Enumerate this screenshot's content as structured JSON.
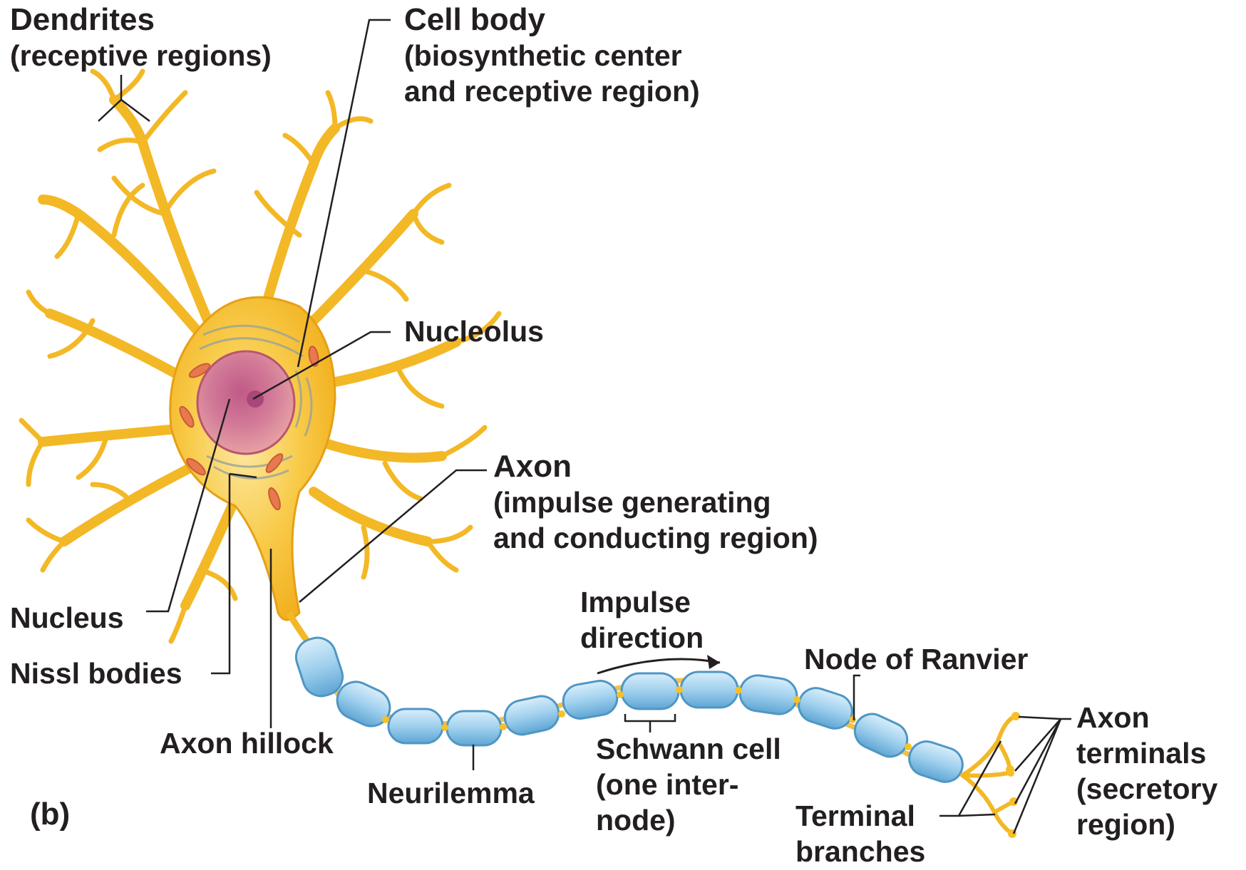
{
  "figure_label": "(b)",
  "labels": {
    "dendrites": {
      "title": "Dendrites",
      "lines": [
        "(receptive regions)"
      ]
    },
    "cell_body": {
      "title": "Cell body",
      "lines": [
        "(biosynthetic center",
        "and receptive region)"
      ]
    },
    "nucleolus": {
      "title": "Nucleolus"
    },
    "axon": {
      "title": "Axon",
      "lines": [
        "(impulse generating",
        "and conducting region)"
      ]
    },
    "nucleus": {
      "title": "Nucleus"
    },
    "nissl": {
      "title": "Nissl bodies"
    },
    "axon_hillock": {
      "title": "Axon hillock"
    },
    "impulse": {
      "lines": [
        "Impulse",
        "direction"
      ]
    },
    "node_ranvier": {
      "title": "Node of Ranvier"
    },
    "axon_terminals": {
      "title": "Axon",
      "lines": [
        "terminals",
        "(secretory",
        "region)"
      ]
    },
    "schwann": {
      "lines": [
        "Schwann cell",
        "(one inter-",
        "node)"
      ]
    },
    "neurilemma": {
      "title": "Neurilemma"
    },
    "terminal_branches": {
      "lines": [
        "Terminal",
        "branches"
      ]
    }
  },
  "colors": {
    "cell_fill": "#f6c02a",
    "cell_edge": "#e39a12",
    "nucleus": "#c9607a",
    "myelin": "#8cc6e6",
    "myelin_edge": "#4f96c4",
    "leader": "#231f20"
  }
}
